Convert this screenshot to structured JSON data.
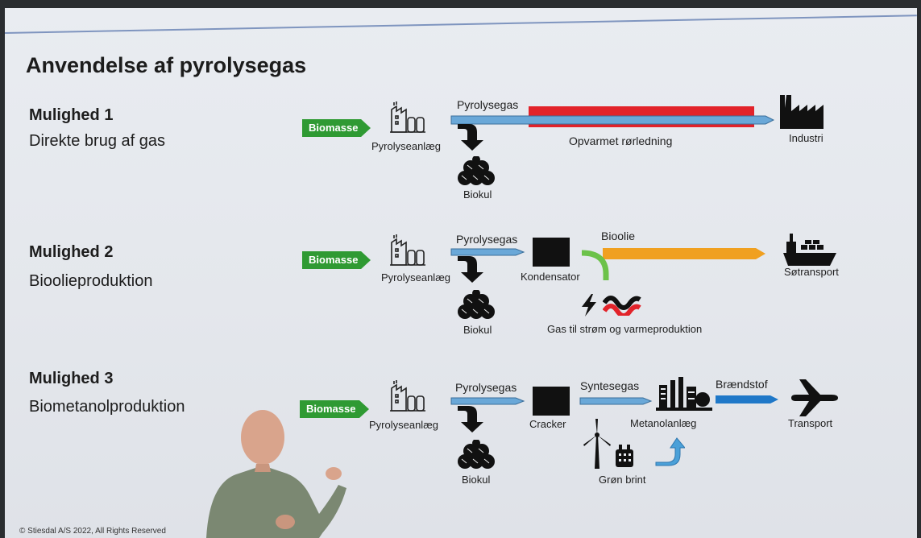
{
  "slide": {
    "title": "Anvendelse af pyrolysegas",
    "copyright": "© Stiesdal A/S 2022, All Rights Reserved"
  },
  "mulighed1": {
    "heading": "Mulighed 1",
    "subtitle": "Direkte brug af gas",
    "input": "Biomasse",
    "plant": "Pyrolyseanlæg",
    "gas": "Pyrolysegas",
    "pipe": "Opvarmet rørledning",
    "byproduct": "Biokul",
    "end": "Industri"
  },
  "mulighed2": {
    "heading": "Mulighed 2",
    "subtitle": "Bioolieproduktion",
    "input": "Biomasse",
    "plant": "Pyrolyseanlæg",
    "gas": "Pyrolysegas",
    "condenser": "Kondensator",
    "oil": "Bioolie",
    "byproduct": "Biokul",
    "power": "Gas til strøm og varmeproduktion",
    "end": "Søtransport"
  },
  "mulighed3": {
    "heading": "Mulighed 3",
    "subtitle": "Biometanolproduktion",
    "input": "Biomasse",
    "plant": "Pyrolyseanlæg",
    "gas": "Pyrolysegas",
    "cracker": "Cracker",
    "syngas": "Syntesegas",
    "methanol": "Metanolanlæg",
    "fuel": "Brændstof",
    "byproduct": "Biokul",
    "hydrogen": "Grøn brint",
    "end": "Transport"
  },
  "colors": {
    "biomasse": "#2f9a33",
    "gas_arrow": "#6aa8d8",
    "heated_pipe": "#e2232a",
    "bioolie": "#f0a020",
    "brint": "#4aa0d8",
    "fuel_arrow": "#1f78c8",
    "green_pipe": "#6cc24a"
  },
  "icons": [
    "factory-icon",
    "pyrolysis-plant-icon",
    "biochar-icon",
    "condenser-box-icon",
    "ship-icon",
    "lightning-icon",
    "heat-icon",
    "cracker-box-icon",
    "wind-turbine-icon",
    "electrolyser-icon",
    "methanol-plant-icon",
    "airplane-icon"
  ]
}
